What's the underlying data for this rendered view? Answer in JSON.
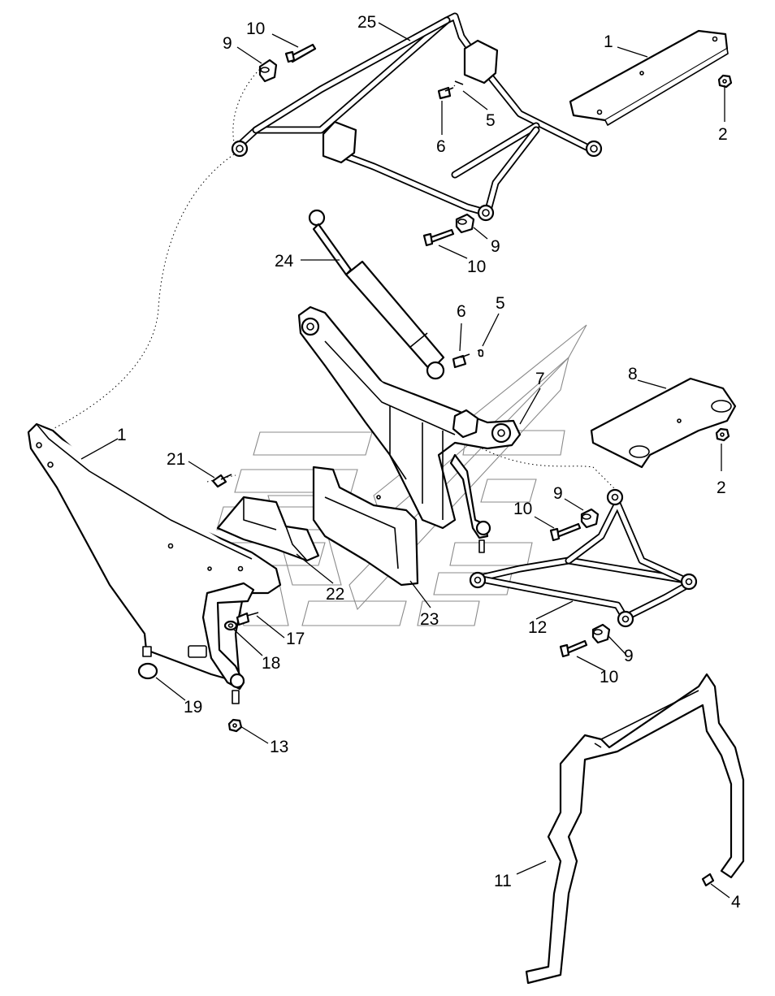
{
  "callouts": {
    "c25": "25",
    "c10_top": "10",
    "c9_top": "9",
    "c1_top": "1",
    "c2_top": "2",
    "c5_top": "5",
    "c6_top": "6",
    "c9_mid": "9",
    "c10_mid": "10",
    "c24": "24",
    "c6_mid": "6",
    "c5_mid": "5",
    "c7": "7",
    "c8": "8",
    "c2_mid": "2",
    "c1_left": "1",
    "c21": "21",
    "c9_right": "9",
    "c10_right": "10",
    "c22": "22",
    "c23": "23",
    "c12": "12",
    "c17": "17",
    "c18": "18",
    "c9_low": "9",
    "c10_low": "10",
    "c19": "19",
    "c13": "13",
    "c11": "11",
    "c4": "4"
  },
  "colors": {
    "line": "#000000",
    "background": "#ffffff",
    "watermark": "#8a8a8a"
  }
}
